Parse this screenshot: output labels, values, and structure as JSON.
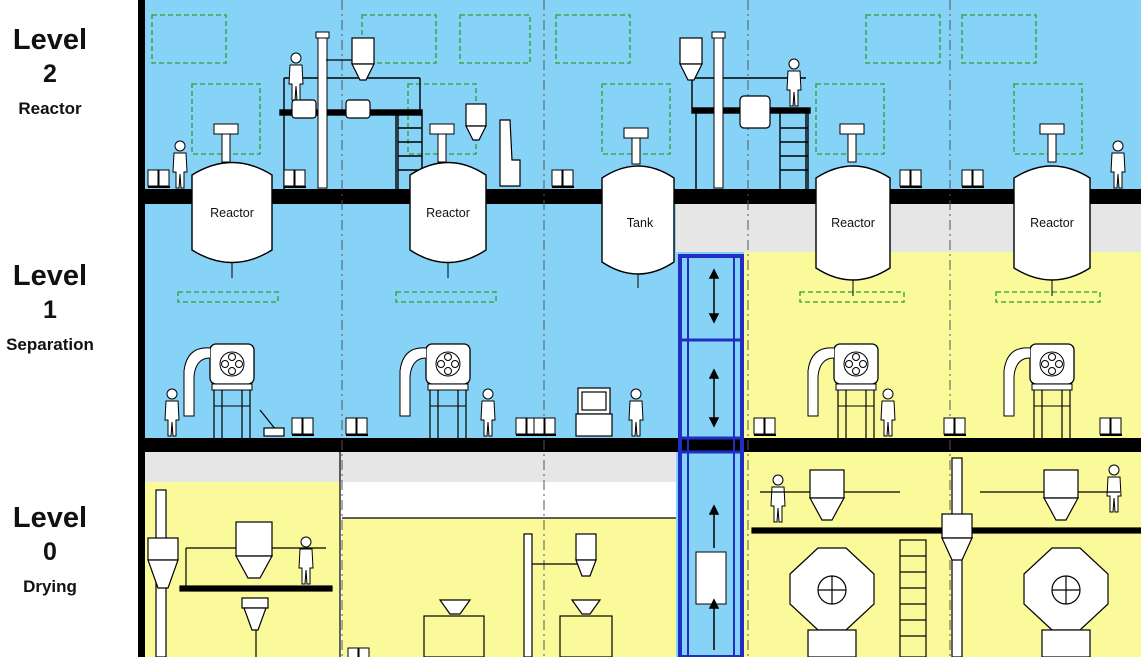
{
  "levels": [
    {
      "name": "Level",
      "number": "2",
      "area": "Reactor"
    },
    {
      "name": "Level",
      "number": "1",
      "area": "Separation"
    },
    {
      "name": "Level",
      "number": "0",
      "area": "Drying"
    }
  ],
  "vessels": [
    {
      "label": "Reactor"
    },
    {
      "label": "Reactor"
    },
    {
      "label": "Tank"
    },
    {
      "label": "Reactor"
    },
    {
      "label": "Reactor"
    }
  ],
  "colors": {
    "cleanroom_blue": "#87d3f7",
    "controlled_yellow": "#fafa9b",
    "corridor_grey": "#e6e6e6",
    "floor_slab": "#000000",
    "elevator_blue": "#1f2fc4",
    "grid_dashed_green": "#2e9e2e"
  },
  "icons": [
    "operator-figure",
    "drum-pallet",
    "filter-dryer",
    "hopper",
    "ladder",
    "platform",
    "elevator-arrow"
  ]
}
